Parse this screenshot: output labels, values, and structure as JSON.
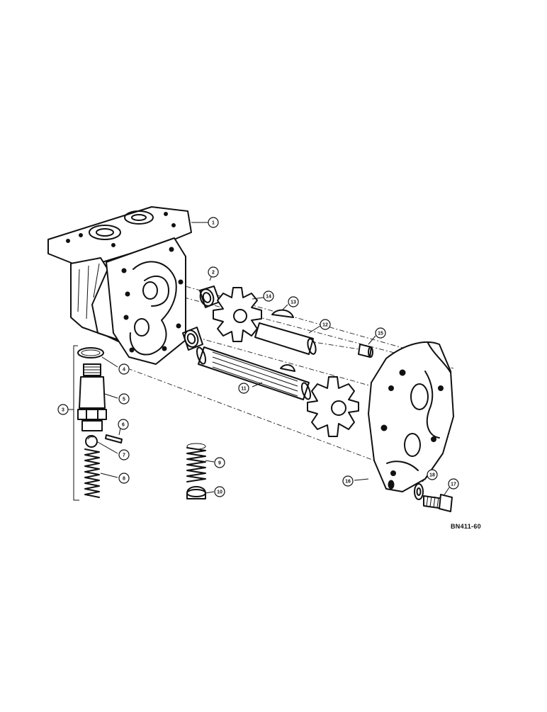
{
  "figure": {
    "reference_code": "BN411-60",
    "parts": [
      {
        "number": "1",
        "icon": "pump-body-icon"
      },
      {
        "number": "2",
        "icon": "bushing-icon"
      },
      {
        "number": "3",
        "icon": "relief-valve-assembly-icon"
      },
      {
        "number": "4",
        "icon": "o-ring-icon"
      },
      {
        "number": "5",
        "icon": "valve-body-icon"
      },
      {
        "number": "6",
        "icon": "pin-icon"
      },
      {
        "number": "7",
        "icon": "ball-icon"
      },
      {
        "number": "8",
        "icon": "spring-icon"
      },
      {
        "number": "9",
        "icon": "spring-icon"
      },
      {
        "number": "10",
        "icon": "plug-icon"
      },
      {
        "number": "11",
        "icon": "drive-shaft-icon"
      },
      {
        "number": "12",
        "icon": "idler-shaft-icon"
      },
      {
        "number": "13",
        "icon": "woodruff-key-icon"
      },
      {
        "number": "14",
        "icon": "gear-icon"
      },
      {
        "number": "15",
        "icon": "dowel-pin-icon"
      },
      {
        "number": "16",
        "icon": "cover-icon"
      },
      {
        "number": "17",
        "icon": "cap-screw-icon"
      },
      {
        "number": "18",
        "icon": "lock-washer-icon"
      }
    ]
  }
}
